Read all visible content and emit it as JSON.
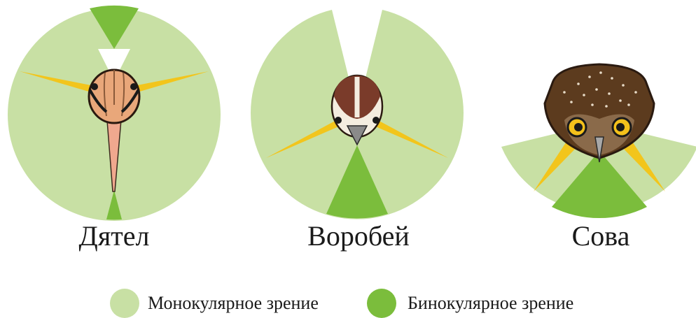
{
  "birds": [
    {
      "name": "Дятел"
    },
    {
      "name": "Воробей"
    },
    {
      "name": "Сова"
    }
  ],
  "legend": {
    "monocular": {
      "label": "Монокулярное зрение",
      "color": "#c8e0a4"
    },
    "binocular": {
      "label": "Бинокулярное зрение",
      "color": "#7bbd3c"
    }
  },
  "colors": {
    "sight_line": "#f2c51c",
    "woodpecker_face": "#e9a77a",
    "beak": "#f0a88e",
    "sparrow_crown": "#7a3b2a",
    "owl_plumage": "#5c3b1e",
    "owl_eye": "#f4c11b"
  }
}
